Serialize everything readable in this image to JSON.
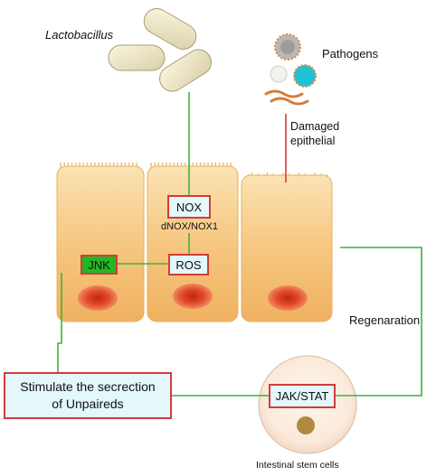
{
  "labels": {
    "lactobacillus": "Lactobacillus",
    "pathogens": "Pathogens",
    "damaged_line1": "Damaged",
    "damaged_line2": "epithelial",
    "nox": "NOX",
    "dnox": "dNOX/NOX1",
    "ros": "ROS",
    "jnk": "JNK",
    "stimulate_line1": "Stimulate the secrection",
    "stimulate_line2": "of Unpaireds",
    "jak_stat": "JAK/STAT",
    "regeneration": "Regenaration",
    "stem_cells": "Intestinal stem cells"
  },
  "colors": {
    "green_line": "#3cb43c",
    "red_line": "#d23c3c",
    "cell_fill": "#f5c070",
    "nucleus": "#e8452a",
    "box_fill": "#e4f7fb",
    "box_border": "#d33b3b",
    "jnk_fill": "#22b822",
    "bacteria": "#efe8c8"
  }
}
